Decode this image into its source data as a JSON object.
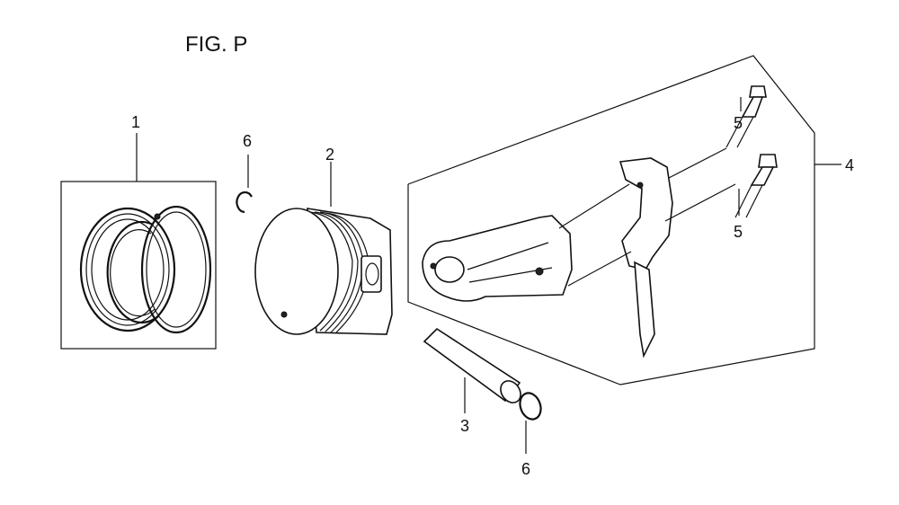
{
  "figure": {
    "title": "FIG. P"
  },
  "callouts": {
    "piston_ring_set": "1",
    "piston": "2",
    "piston_pin": "3",
    "connecting_rod_assembly": "4",
    "rod_bolt_upper": "5",
    "rod_bolt_lower": "5",
    "pin_clip_upper": "6",
    "pin_clip_lower": "6"
  }
}
